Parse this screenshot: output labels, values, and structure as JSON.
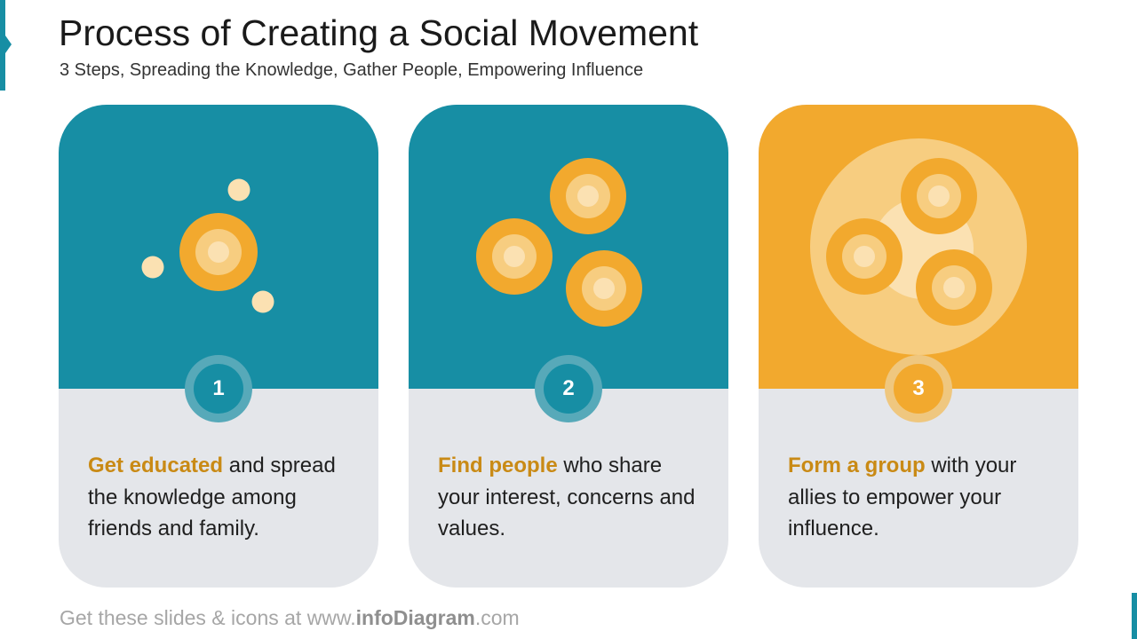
{
  "header": {
    "title": "Process of Creating a Social Movement",
    "subtitle": "3 Steps, Spreading the Knowledge, Gather People, Empowering Influence"
  },
  "colors": {
    "teal": "#178ea4",
    "orange": "#f2a92e",
    "light_orange": "#f7cd80",
    "pale": "#fbe1b2",
    "card_bottom": "#e4e6ea",
    "highlight_text": "#c98a15"
  },
  "steps": [
    {
      "number": "1",
      "highlight": "Get educated",
      "text": " and spread the knowledge among friends and family.",
      "icon": "single-person-spreading-icon"
    },
    {
      "number": "2",
      "highlight": "Find people",
      "text": " who share your interest, concerns and values.",
      "icon": "three-people-icon"
    },
    {
      "number": "3",
      "highlight": "Form a group",
      "text": " with your allies to empower your influence.",
      "icon": "group-circle-icon"
    }
  ],
  "footer": {
    "prefix": "Get these slides & icons at www.",
    "brand": "infoDiagram",
    "suffix": ".com"
  }
}
